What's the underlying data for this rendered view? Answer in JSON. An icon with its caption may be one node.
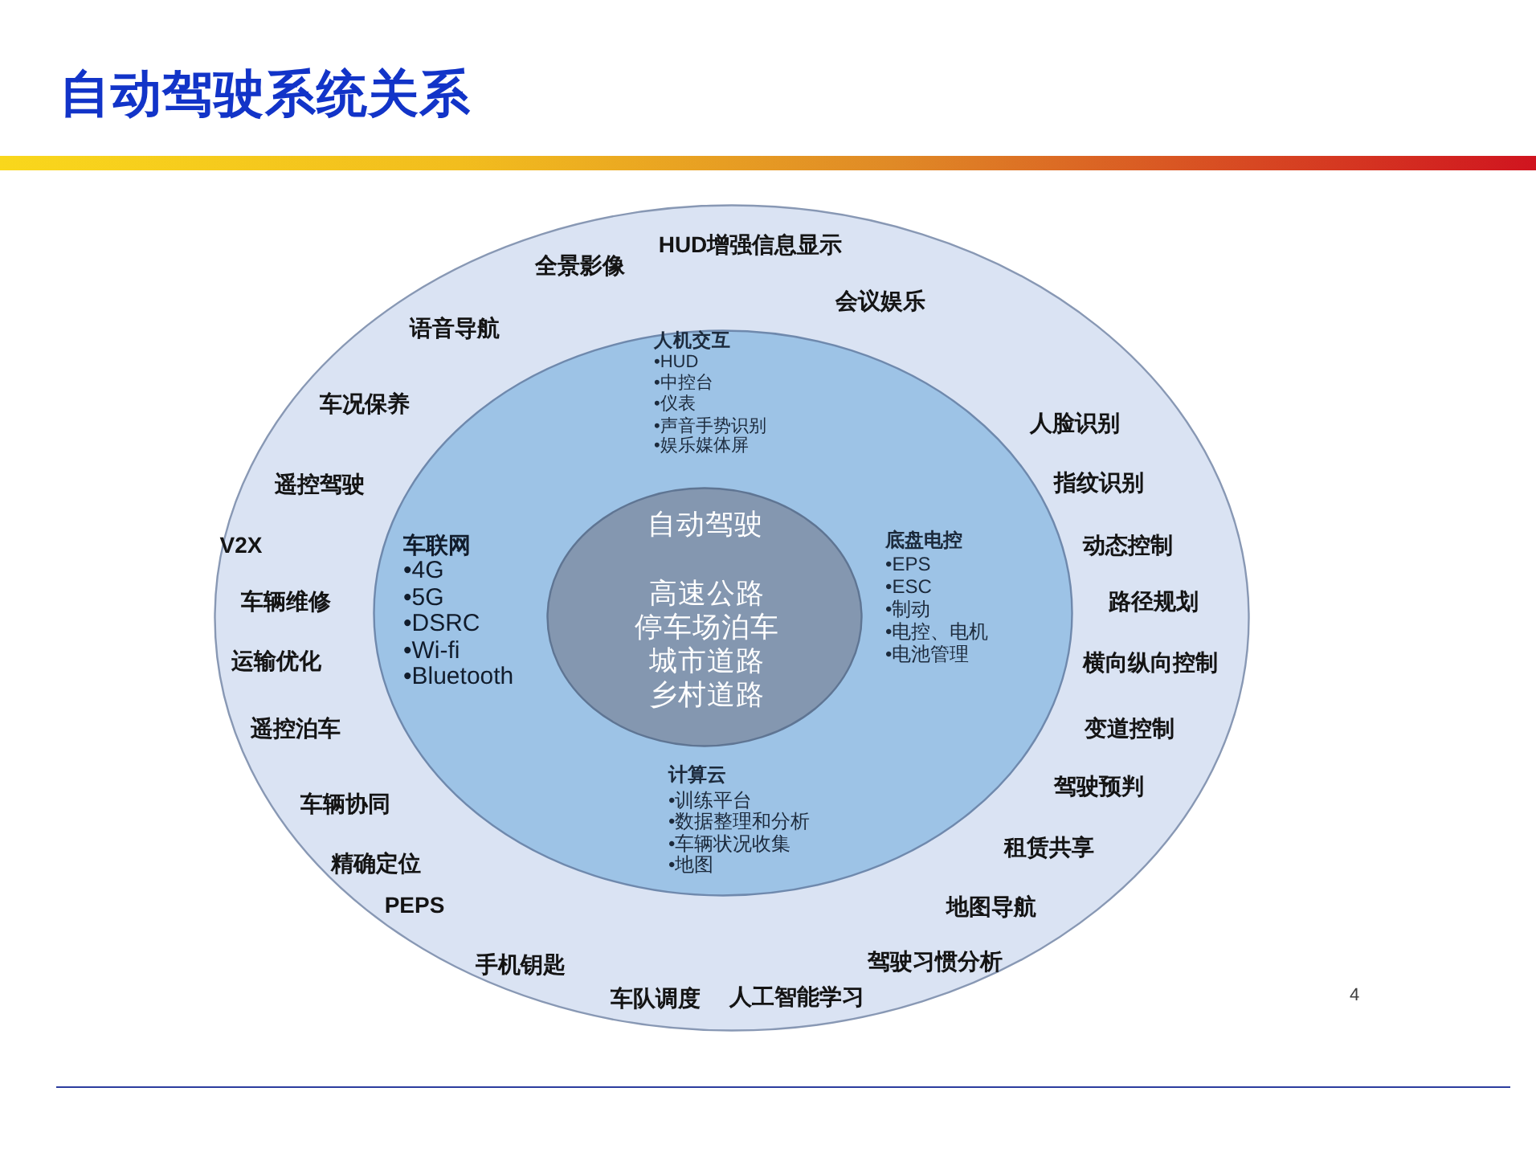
{
  "diagram": {
    "title": "自动驾驶系统关系",
    "nodes": [
      {
        "text": [
          "全景影像",
          "HUD增强信息显示",
          "会议娱乐",
          "人脸识别",
          "指纹识别",
          "动态控制",
          "路径规划",
          "横向纵向控制",
          "变道控制",
          "驾驶预判",
          "租赁共享",
          "地图导航",
          "驾驶习惯分析",
          "人工智能学习",
          "车队调度",
          "手机钥匙",
          "PEPS",
          "精确定位",
          "车辆协同",
          "遥控泊车",
          "运输优化",
          "车辆维修",
          "V2X",
          "遥控驾驶",
          "车况保养",
          "语音导航"
        ]
      },
      {
        "text": [
          "人机交互",
          "•HUD",
          "•中控台",
          "•仪表",
          "•声音手势识别",
          "•娱乐媒体屏",
          "车联网",
          "•4G",
          "•5G",
          "•DSRC",
          "•Wi-fi",
          "•Bluetooth",
          "底盘电控",
          "•EPS",
          "•ESC",
          "•制动",
          "•电控、电机",
          "•电池管理",
          "计算云",
          "•训练平台",
          "•数据整理和分析",
          "•车辆状况收集",
          "•地图"
        ],
        "in": 0
      },
      {
        "text": [
          "自动驾驶",
          "高速公路",
          "停车场泊车",
          "城市道路",
          "乡村道路"
        ],
        "in": 1
      }
    ],
    "labels": [
      "4"
    ]
  }
}
